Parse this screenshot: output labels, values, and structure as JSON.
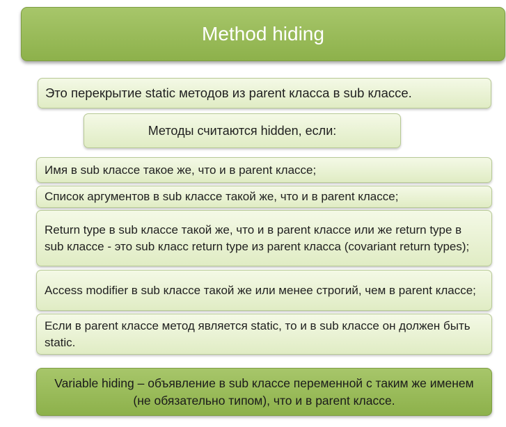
{
  "title": "Method hiding",
  "intro": "Это перекрытие static методов из parent класса в sub классе.",
  "conditions_header": "Методы считаются hidden, если:",
  "conditions": [
    "Имя в sub классе такое же, что и в parent классе;",
    "Список аргументов в sub классе такой же, что и в parent классе;",
    "Return type в sub классе такой же, что и в parent классе или же return type в sub классе  -  это sub класс return type из parent класса (covariant return types);",
    "Access modifier в sub классе такой же или менее строгий, чем в parent классе;",
    "Если в parent классе метод является static, то и в sub классе он должен быть static."
  ],
  "variable_hiding": "Variable hiding – объявление в sub классе переменной с таким же именем (не обязательно типом), что и в parent классе."
}
